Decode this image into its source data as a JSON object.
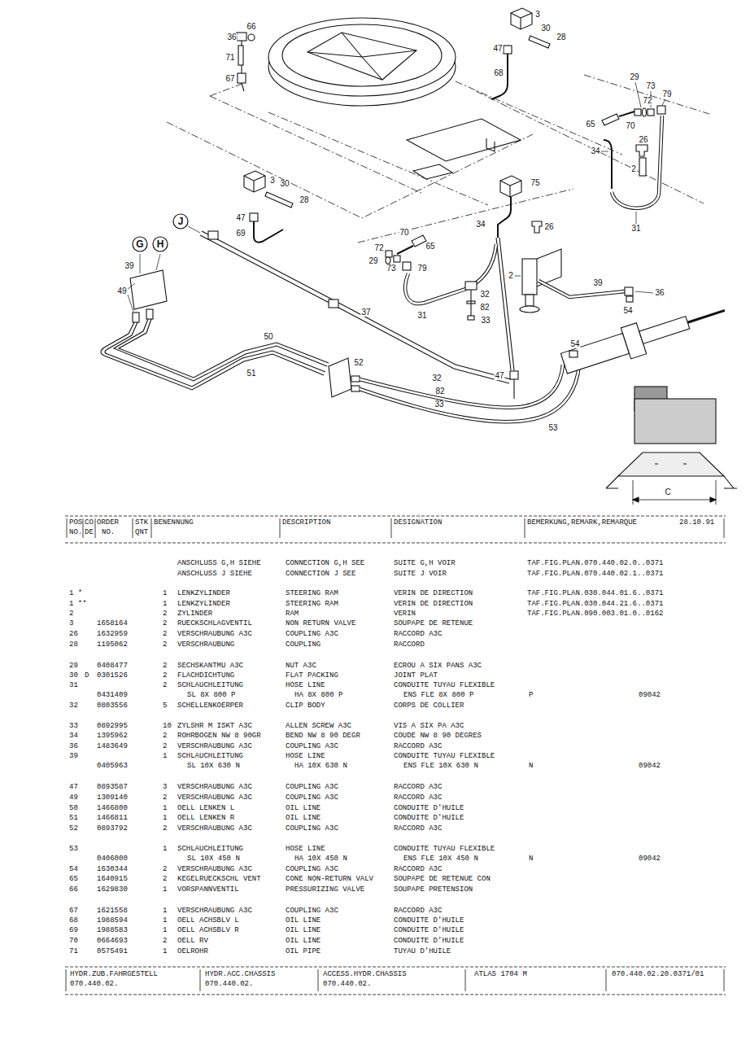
{
  "diagram": {
    "nodes": [
      {
        "text": [
          "J"
        ]
      },
      {
        "text": [
          "G"
        ]
      },
      {
        "text": [
          "H"
        ]
      }
    ],
    "labels": [
      "36",
      "66",
      "71",
      "67",
      "3",
      "30",
      "28",
      "47",
      "68",
      "29",
      "73",
      "79",
      "72",
      "65",
      "70",
      "26",
      "34",
      "2",
      "31",
      "3",
      "30",
      "28",
      "47",
      "69",
      "75",
      "34",
      "26",
      "70",
      "65",
      "72",
      "29",
      "73",
      "79",
      "39",
      "49",
      "2",
      "39",
      "36",
      "54",
      "32",
      "82",
      "31",
      "33",
      "37",
      "50",
      "52",
      "54",
      "51",
      "47",
      "32",
      "82",
      "33",
      "53",
      "C",
      "POS",
      "CO",
      "ORDER",
      "STK",
      "BENENNUNG",
      "DESCRIPTION",
      "DESIGNATION",
      "BEMERKUNG,REMARK,REMARQUE",
      "28.10.91",
      "NO.",
      "DE",
      "NO.",
      "QNT",
      "ANSCHLUSS G,H SIEHE",
      "CONNECTION G,H SEE",
      "SUITE G,H VOIR",
      "TAF.FIG.PLAN.070.440.02.0..0371",
      "ANSCHLUSS J SIEHE",
      "CONNECTION J SEE",
      "SUITE J VOIR",
      "TAF.FIG.PLAN.070.440.02.1..0371",
      "1 *",
      "1",
      "LENKZYLINDER",
      "STEERING RAM",
      "VERIN DE DIRECTION",
      "TAF.FIG.PLAN.030.044.01.6..0371",
      "1 **",
      "1",
      "LENKZYLINDER",
      "STEERING RAM",
      "VERIN DE DIRECTION",
      "TAF.FIG.PLAN.030.044.21.6..0371",
      "2",
      "2",
      "ZYLINDER",
      "RAM",
      "VERIN",
      "TAF.FIG.PLAN.090.003.01.0..0162",
      "3",
      "1658164",
      "2",
      "RUECKSCHLAGVENTIL",
      "NON RETURN VALVE",
      "SOUPAPE DE RETENUE",
      "26",
      "1632959",
      "2",
      "VERSCHRAUBUNG A3C",
      "COUPLING A3C",
      "RACCORD A3C",
      "28",
      "1195062",
      "2",
      "VERSCHRAUBUNG",
      "COUPLING",
      "RACCORD",
      "29",
      "0408477",
      "2",
      "SECHSKANTMU A3C",
      "NUT A3C",
      "ECROU A SIX PANS A3C",
      "30",
      "D",
      "0301526",
      "2",
      "FLACHDICHTUNG",
      "FLAT PACKING",
      "JOINT PLAT",
      "31",
      "2",
      "SCHLAUCHLEITUNG",
      "HOSE LINE",
      "CONDUITE TUYAU FLEXIBLE",
      "0431409",
      "SL 8X 800 P",
      "HA 8X 800 P",
      "ENS FLE 8X 800 P",
      "P",
      "09042",
      "32",
      "0803556",
      "5",
      "SCHELLENKOERPER",
      "CLIP BODY",
      "CORPS DE COLLIER",
      "33",
      "0892995",
      "10",
      "ZYLSHR M ISKT A3C",
      "ALLEN SCREW A3C",
      "VIS A SIX PA A3C",
      "34",
      "1395962",
      "2",
      "ROHRBOGEN NW 8 90GR",
      "BEND NW 8 90 DEGR",
      "COUDE NW 8 90 DEGRES",
      "36",
      "1483649",
      "2",
      "VERSCHRAUBUNG A3C",
      "COUPLING A3C",
      "RACCORD A3C",
      "39",
      "1",
      "SCHLAUCHLEITUNG",
      "HOSE LINE",
      "CONDUITE TUYAU FLEXIBLE",
      "0405963",
      "SL 10X 630 N",
      "HA 10X 630 N",
      "ENS FLE 10X 630 N",
      "N",
      "09042",
      "47",
      "0893587",
      "3",
      "VERSCHRAUBUNG A3C",
      "COUPLING A3C",
      "RACCORD A3C",
      "49",
      "1309140",
      "2",
      "VERSCHRAUBUNG A3C",
      "COUPLING A3C",
      "RACCORD A3C",
      "50",
      "1466800",
      "1",
      "OELL LENKEN L",
      "OIL LINE",
      "CONDUITE D'HUILE",
      "51",
      "1466811",
      "1",
      "OELL LENKEN R",
      "OIL LINE",
      "CONDUITE D'HUILE",
      "52",
      "0893792",
      "2",
      "VERSCHRAUBUNG A3C",
      "COUPLING A3C",
      "RACCORD A3C",
      "53",
      "1",
      "SCHLAUCHLEITUNG",
      "HOSE LINE",
      "CONDUITE TUYAU FLEXIBLE",
      "0406000",
      "SL 10X 450 N",
      "HA 10X 450 N",
      "ENS FLE 10X 450 N",
      "N",
      "09042",
      "54",
      "1630344",
      "2",
      "VERSCHRAUBUNG A3C",
      "COUPLING A3C",
      "RACCORD A3C",
      "65",
      "1640915",
      "2",
      "KEGELRUECKSCHL VENT",
      "CONE NON-RETURN VALV",
      "SOUPAPE DE RETENUE CON",
      "66",
      "1629830",
      "1",
      "VORSPANNVENTIL",
      "PRESSURIZING VALVE",
      "SOUPAPE PRETENSION",
      "67",
      "1621558",
      "1",
      "VERSCHRAUBUNG A3C",
      "COUPLING A3C",
      "RACCORD A3C",
      "68",
      "1988594",
      "1",
      "OELL ACHSBLV L",
      "OIL LINE",
      "CONDUITE D'HUILE",
      "69",
      "1988583",
      "1",
      "OELL ACHSBLV R",
      "OIL LINE",
      "CONDUITE D'HUILE",
      "70",
      "0664693",
      "2",
      "OELL RV",
      "OIL LINE",
      "CONDUITE D'HUILE",
      "71",
      "0575491",
      "1",
      "OELROHR",
      "OIL PIPE",
      "TUYAU D'HUILE",
      "HYDR.ZUB.FAHRGESTELL",
      "HYDR.ACC.CHASSIS",
      "ACCESS.HYDR.CHASSIS",
      "ATLAS 1704 M",
      "070.440.02.20.0371/01",
      "070.440.02.",
      "070.440.02.",
      "070.440.02."
    ]
  }
}
